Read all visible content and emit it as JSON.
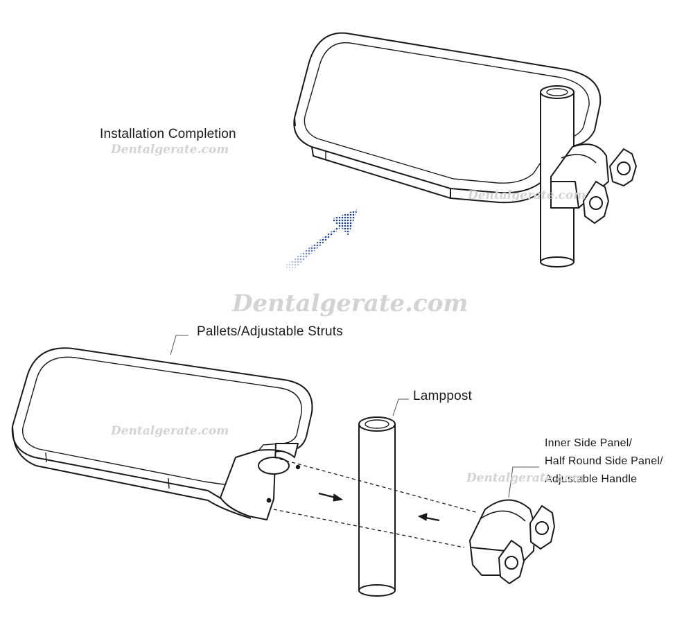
{
  "labels": {
    "installation": "Installation Completion",
    "pallets": "Pallets/Adjustable Struts",
    "lamppost": "Lamppost",
    "inner_lines": [
      "Inner Side Panel/",
      "Half Round Side Panel/",
      "Adjustable Handle"
    ]
  },
  "watermark": "Dentalgerate.com",
  "colors": {
    "line": "#1a1a1a",
    "arrow_blue": "#1d3f8c",
    "watermark": "#d3d3d3"
  }
}
